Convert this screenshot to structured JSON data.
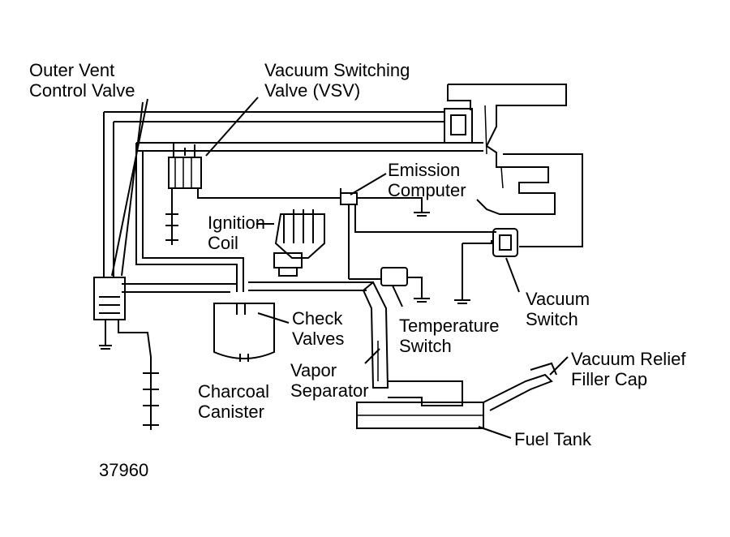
{
  "labels": {
    "outer_vent": [
      "Outer Vent",
      "Control Valve"
    ],
    "vsv": [
      "Vacuum Switching",
      "Valve (VSV)"
    ],
    "emission_computer": [
      "Emission",
      "Computer"
    ],
    "ignition_coil": [
      "Ignition",
      "Coil"
    ],
    "check_valves": [
      "Check",
      "Valves"
    ],
    "temperature_switch": [
      "Temperature",
      "Switch"
    ],
    "vacuum_switch": [
      "Vacuum",
      "Switch"
    ],
    "vacuum_relief": [
      "Vacuum Relief",
      "Filler Cap"
    ],
    "vapor_separator": [
      "Vapor",
      "Separator"
    ],
    "charcoal_canister": [
      "Charcoal",
      "Canister"
    ],
    "fuel_tank": "Fuel Tank",
    "figure_number": "37960"
  },
  "colors": {
    "ink": "#000000",
    "paper": "#ffffff"
  }
}
